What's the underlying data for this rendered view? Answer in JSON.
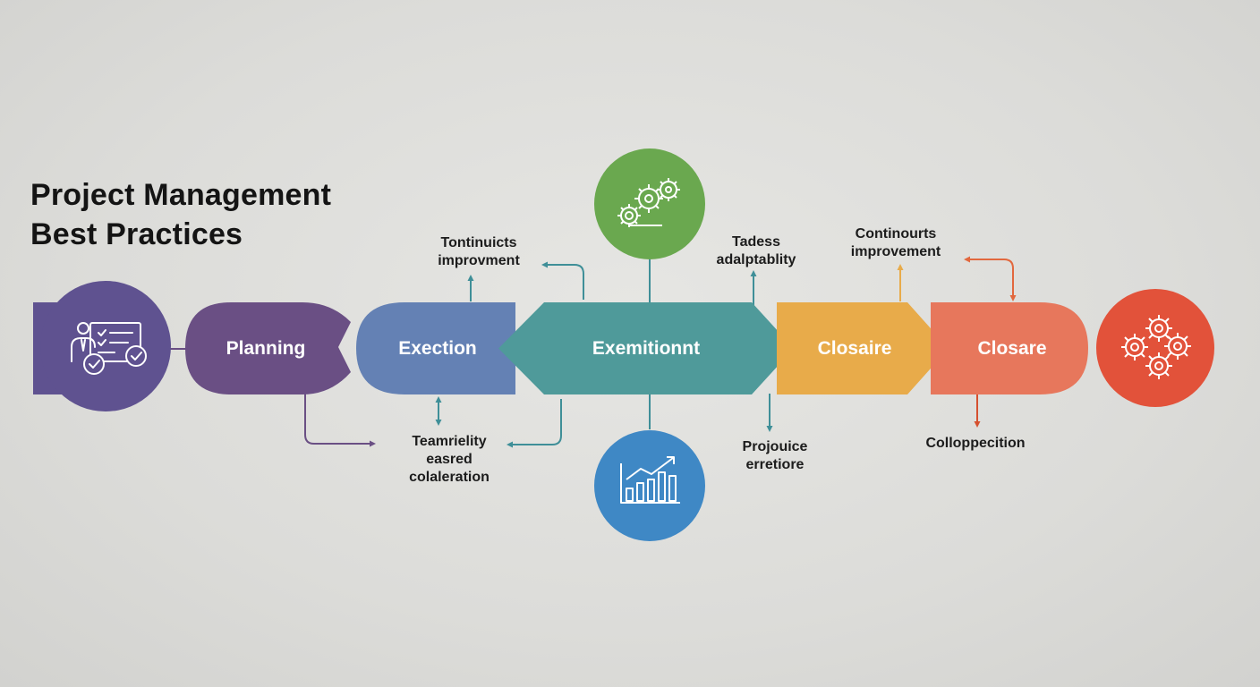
{
  "title": {
    "line1": "Project Management",
    "line2": "Best Practices"
  },
  "stages": [
    {
      "label": "Planning",
      "color": "#6a4f84"
    },
    {
      "label": "Exection",
      "color": "#6481b4"
    },
    {
      "label": "Exemitionnt",
      "color": "#4f9a9a"
    },
    {
      "label": "Closaire",
      "color": "#e8ab4a"
    },
    {
      "label": "Closare",
      "color": "#e7775c"
    }
  ],
  "icons": {
    "start": {
      "name": "checklist-person-icon",
      "color": "#5f5290"
    },
    "top": {
      "name": "gears-icon",
      "color": "#6aa84f"
    },
    "bottom": {
      "name": "growth-chart-icon",
      "color": "#3f88c5"
    },
    "end": {
      "name": "gears-icon",
      "color": "#e2523a"
    }
  },
  "notes": {
    "continuous_top_left": {
      "line1": "Tontinuicts",
      "line2": "improvment"
    },
    "team_bottom_left": {
      "line1": "Teamrielity",
      "line2": "easred",
      "line3": "colaleration"
    },
    "adaptability_top": {
      "line1": "Tadess",
      "line2": "adalptablity"
    },
    "project_bottom": {
      "line1": "Projouice",
      "line2": "erretiore"
    },
    "continuous_top_right": {
      "line1": "Continourts",
      "line2": "improvement"
    },
    "bottom_right": {
      "line1": "Colloppecition"
    }
  }
}
